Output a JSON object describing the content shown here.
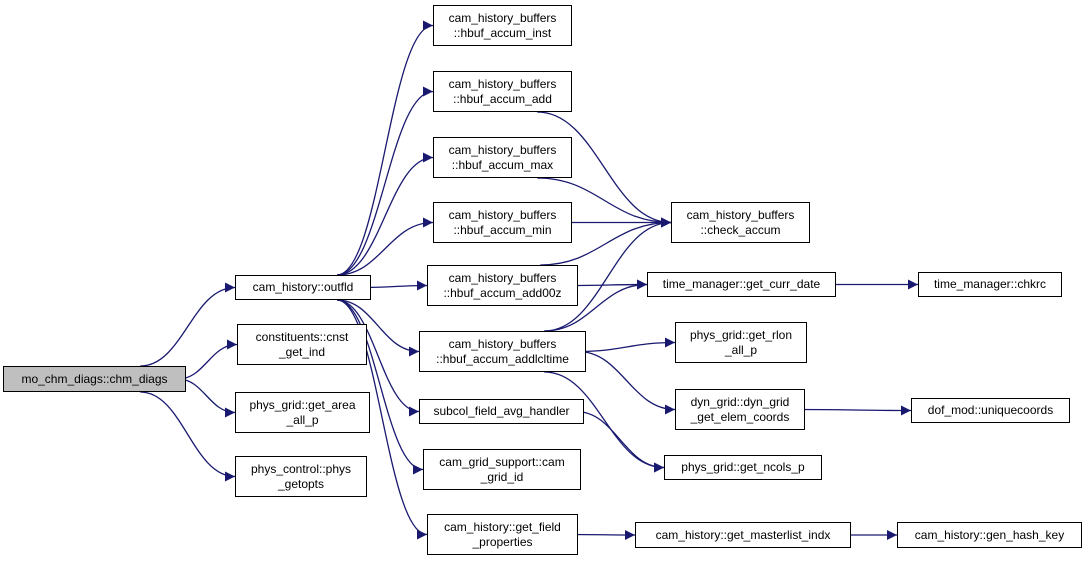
{
  "colors": {
    "edge": "#191970",
    "node_border": "#000000",
    "root_fill": "#bfbfbf",
    "node_fill": "#ffffff"
  },
  "nodes": {
    "chm_diags": {
      "lines": [
        "mo_chm_diags::chm_diags"
      ]
    },
    "outfld": {
      "lines": [
        "cam_history::outfld"
      ]
    },
    "cnst_get_ind": {
      "lines": [
        "constituents::cnst",
        "_get_ind"
      ]
    },
    "get_area_all_p": {
      "lines": [
        "phys_grid::get_area",
        "_all_p"
      ]
    },
    "phys_getopts": {
      "lines": [
        "phys_control::phys",
        "_getopts"
      ]
    },
    "hbuf_accum_inst": {
      "lines": [
        "cam_history_buffers",
        "::hbuf_accum_inst"
      ]
    },
    "hbuf_accum_add": {
      "lines": [
        "cam_history_buffers",
        "::hbuf_accum_add"
      ]
    },
    "hbuf_accum_max": {
      "lines": [
        "cam_history_buffers",
        "::hbuf_accum_max"
      ]
    },
    "hbuf_accum_min": {
      "lines": [
        "cam_history_buffers",
        "::hbuf_accum_min"
      ]
    },
    "hbuf_accum_add00z": {
      "lines": [
        "cam_history_buffers",
        "::hbuf_accum_add00z"
      ]
    },
    "hbuf_accum_addlcltime": {
      "lines": [
        "cam_history_buffers",
        "::hbuf_accum_addlcltime"
      ]
    },
    "subcol_field_avg_handler": {
      "lines": [
        "subcol_field_avg_handler"
      ]
    },
    "cam_grid_id": {
      "lines": [
        "cam_grid_support::cam",
        "_grid_id"
      ]
    },
    "get_field_properties": {
      "lines": [
        "cam_history::get_field",
        "_properties"
      ]
    },
    "check_accum": {
      "lines": [
        "cam_history_buffers",
        "::check_accum"
      ]
    },
    "get_curr_date": {
      "lines": [
        "time_manager::get_curr_date"
      ]
    },
    "chkrc": {
      "lines": [
        "time_manager::chkrc"
      ]
    },
    "get_rlon_all_p": {
      "lines": [
        "phys_grid::get_rlon",
        "_all_p"
      ]
    },
    "get_elem_coords": {
      "lines": [
        "dyn_grid::dyn_grid",
        "_get_elem_coords"
      ]
    },
    "uniquecoords": {
      "lines": [
        "dof_mod::uniquecoords"
      ]
    },
    "get_ncols_p": {
      "lines": [
        "phys_grid::get_ncols_p"
      ]
    },
    "get_masterlist_indx": {
      "lines": [
        "cam_history::get_masterlist_indx"
      ]
    },
    "gen_hash_key": {
      "lines": [
        "cam_history::gen_hash_key"
      ]
    }
  },
  "edges": [
    [
      "chm_diags",
      "outfld"
    ],
    [
      "chm_diags",
      "cnst_get_ind"
    ],
    [
      "chm_diags",
      "get_area_all_p"
    ],
    [
      "chm_diags",
      "phys_getopts"
    ],
    [
      "outfld",
      "hbuf_accum_inst"
    ],
    [
      "outfld",
      "hbuf_accum_add"
    ],
    [
      "outfld",
      "hbuf_accum_max"
    ],
    [
      "outfld",
      "hbuf_accum_min"
    ],
    [
      "outfld",
      "hbuf_accum_add00z"
    ],
    [
      "outfld",
      "hbuf_accum_addlcltime"
    ],
    [
      "outfld",
      "subcol_field_avg_handler"
    ],
    [
      "outfld",
      "cam_grid_id"
    ],
    [
      "outfld",
      "get_field_properties"
    ],
    [
      "hbuf_accum_add",
      "check_accum"
    ],
    [
      "hbuf_accum_max",
      "check_accum"
    ],
    [
      "hbuf_accum_min",
      "check_accum"
    ],
    [
      "hbuf_accum_add00z",
      "check_accum"
    ],
    [
      "hbuf_accum_add00z",
      "get_curr_date"
    ],
    [
      "hbuf_accum_addlcltime",
      "check_accum"
    ],
    [
      "hbuf_accum_addlcltime",
      "get_curr_date"
    ],
    [
      "hbuf_accum_addlcltime",
      "get_rlon_all_p"
    ],
    [
      "hbuf_accum_addlcltime",
      "get_elem_coords"
    ],
    [
      "hbuf_accum_addlcltime",
      "get_ncols_p"
    ],
    [
      "subcol_field_avg_handler",
      "get_ncols_p"
    ],
    [
      "get_curr_date",
      "chkrc"
    ],
    [
      "get_elem_coords",
      "uniquecoords"
    ],
    [
      "get_field_properties",
      "get_masterlist_indx"
    ],
    [
      "get_masterlist_indx",
      "gen_hash_key"
    ]
  ]
}
